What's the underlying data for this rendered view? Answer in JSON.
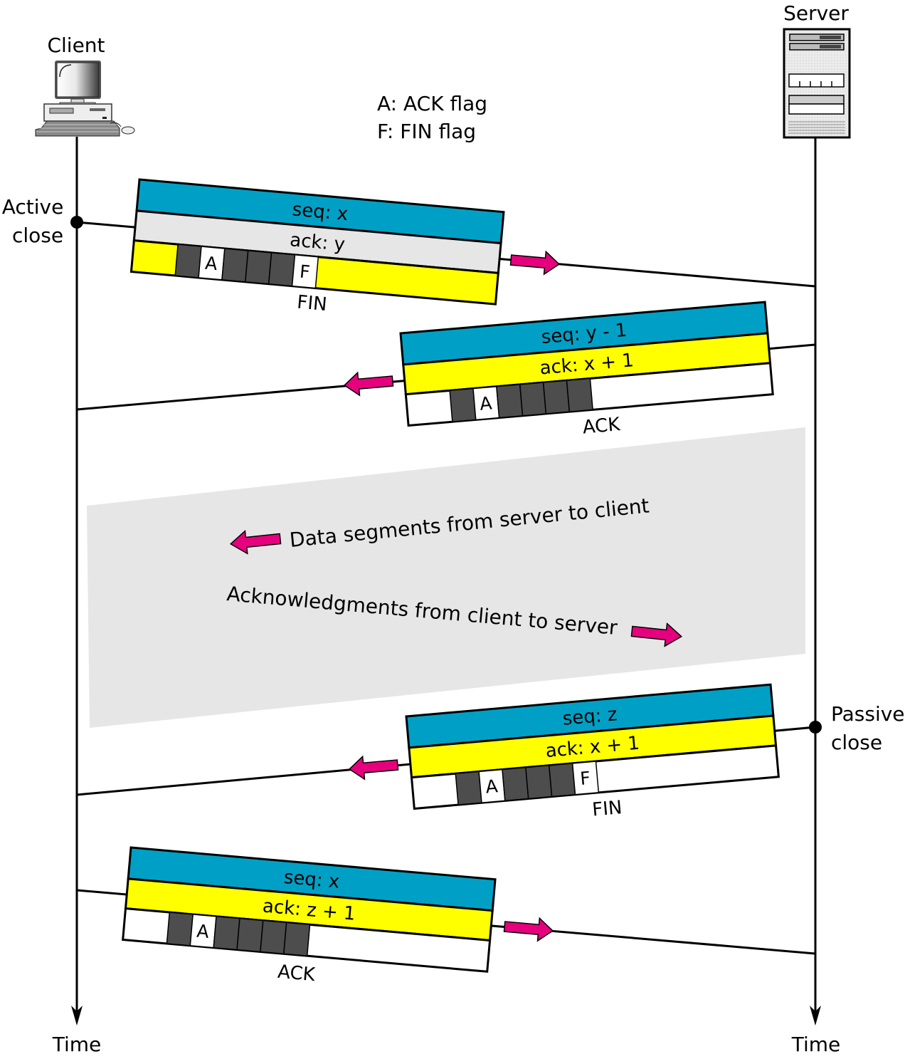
{
  "diagram": {
    "title": "TCP connection termination using half-close",
    "client_label": "Client",
    "server_label": "Server",
    "time_label_client": "Time",
    "time_label_server": "Time",
    "active_close_label": [
      "Active",
      "close"
    ],
    "passive_close_label": [
      "Passive",
      "close"
    ],
    "legend": [
      {
        "key": "A",
        "text": "A: ACK flag"
      },
      {
        "key": "F",
        "text": "F: FIN flag"
      }
    ],
    "colors": {
      "seq_band": "#00a0c6",
      "ack_band_yellow": "#ffff00",
      "ack_band_gray": "#e6e6e6",
      "flag_dark": "#4d4d4d",
      "arrow": "#e6007e",
      "halfclose_region": "#e6e6e6"
    },
    "segments": [
      {
        "name": "FIN",
        "direction": "client-to-server",
        "seq": "seq: x",
        "ack": "ack: y",
        "ack_band": "gray",
        "flags_row_bg": "yellow",
        "flags": [
          "",
          "A",
          "",
          "",
          "",
          "F"
        ],
        "caption": "FIN"
      },
      {
        "name": "ACK",
        "direction": "server-to-client",
        "seq": "seq: y - 1",
        "ack": "ack: x + 1",
        "ack_band": "yellow",
        "flags_row_bg": "white",
        "flags": [
          "",
          "A",
          "",
          "",
          "",
          ""
        ],
        "caption": "ACK"
      },
      {
        "name": "FIN",
        "direction": "server-to-client",
        "seq": "seq: z",
        "ack": "ack: x + 1",
        "ack_band": "yellow",
        "flags_row_bg": "white",
        "flags": [
          "",
          "A",
          "",
          "",
          "",
          "F"
        ],
        "caption": "FIN"
      },
      {
        "name": "ACK",
        "direction": "client-to-server",
        "seq": "seq: x",
        "ack": "ack: z + 1",
        "ack_band": "yellow",
        "flags_row_bg": "white",
        "flags": [
          "",
          "A",
          "",
          "",
          "",
          ""
        ],
        "caption": "ACK"
      }
    ],
    "half_close": {
      "data_text": "Data segments from server to client",
      "ack_text": "Acknowledgments from client to server"
    }
  }
}
